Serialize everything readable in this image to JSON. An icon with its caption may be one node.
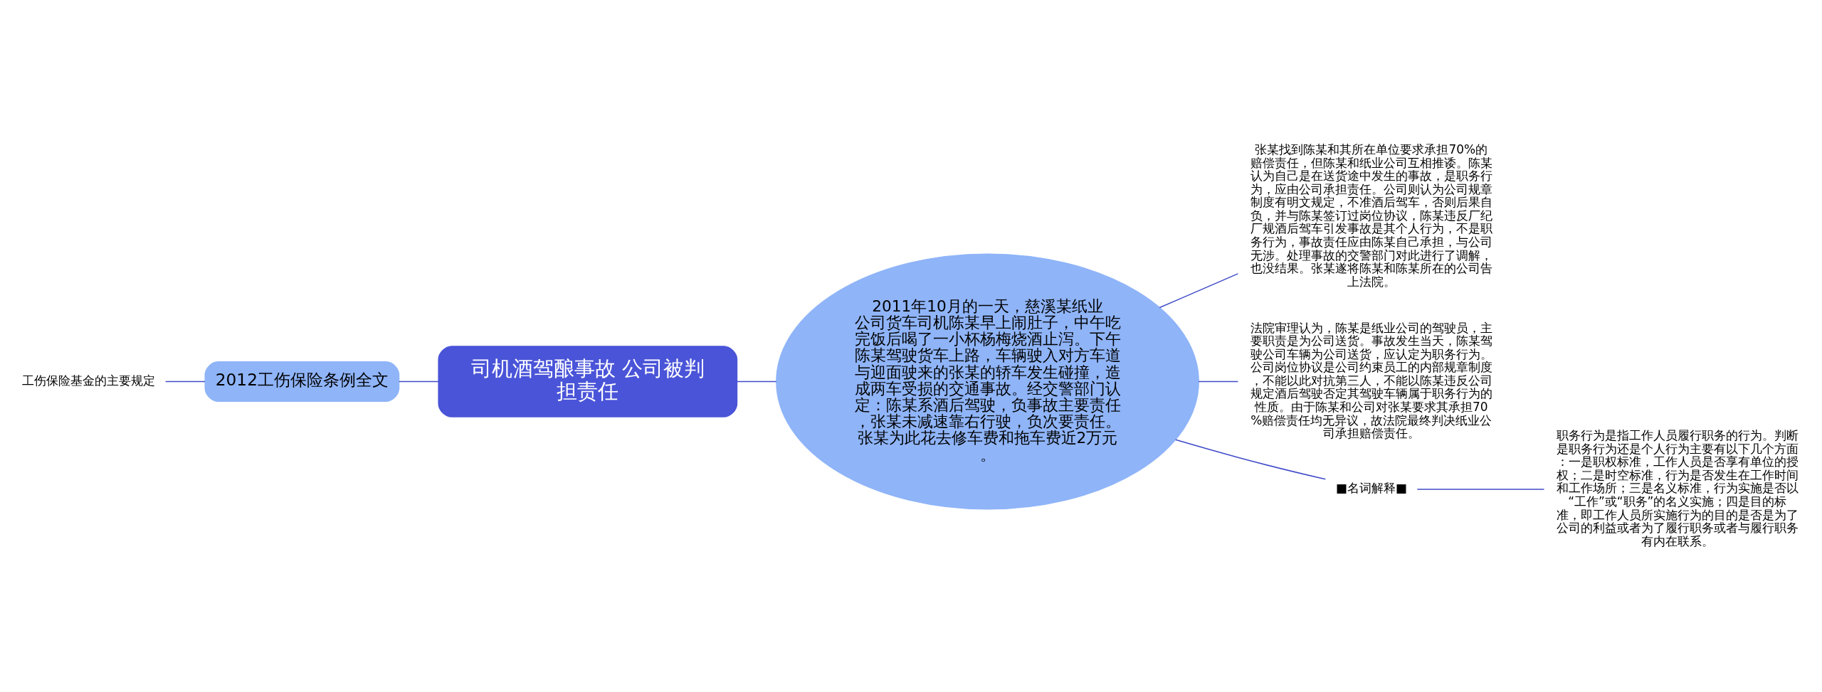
{
  "diagram": {
    "nodes": [
      {
        "text": [
          "工伤保险基金的主要规定"
        ]
      },
      {
        "text": [
          "2012工伤保险条例全文"
        ]
      },
      {
        "text": [
          "司机酒驾酿事故 公司被判担责任"
        ]
      },
      {
        "text": [
          "2011年10月的一天，慈溪某纸业公司货车司机陈某早上闹肚子，中午吃完饭后喝了一小杯杨梅烧酒止泻。下午陈某驾驶货车上路，车辆驶入对方车道与迎面驶来的张某的轿车发生碰撞，造成两车受损的交通事故。经交警部门认定：陈某系酒后驾驶，负事故主要责任，张某未减速靠右行驶，负次要责任。张某为此花去修车费和拖车费近2万元。"
        ]
      },
      {
        "text": [
          "张某找到陈某和其所在单位要求承担70%的赔偿责任，但陈某和纸业公司互相推诿。陈某认为自己是在送货途中发生的事故，是职务行为，应由公司承担责任。公司则认为公司规章制度有明文规定，不准酒后驾车，否则后果自负，并与陈某签订过岗位协议，陈某违反厂纪厂规酒后驾车引发事故是其个人行为，不是职务行为，事故责任应由陈某自己承担，与公司无涉。处理事故的交警部门对此进行了调解，也没结果。张某遂将陈某和陈某所在的公司告上法院。"
        ]
      },
      {
        "text": [
          "法院审理认为，陈某是纸业公司的驾驶员，主要职责是为公司送货。事故发生当天，陈某驾驶公司车辆为公司送货，应认定为职务行为。公司岗位协议是公司约束员工的内部规章制度，不能以此对抗第三人，不能以陈某违反公司规定酒后驾驶否定其驾驶车辆属于职务行为的性质。由于陈某和公司对张某要求其承担70%赔偿责任均无异议，故法院最终判决纸业公司承担赔偿责任。"
        ]
      },
      {
        "text": [
          "■名词解释■"
        ]
      },
      {
        "text": [
          "职务行为是指工作人员履行职务的行为。判断是职务行为还是个人行为主要有以下几个方面：一是职权标准，工作人员是否享有单位的授权；二是时空标准，行为是否发生在工作时间和工作场所；三是名义标准，行为实施是否以“工作”或“职务”的名义实施；四是目的标准，即工作人员所实施行为的目的是否是为了公司的利益或者为了履行职务或者与履行职务有内在联系。"
        ]
      }
    ],
    "edges": [
      {
        "from": 1,
        "to": 0,
        "arrow": "none"
      },
      {
        "from": 2,
        "to": 1,
        "arrow": "none"
      },
      {
        "from": 2,
        "to": 3,
        "arrow": "none"
      },
      {
        "from": 3,
        "to": 4,
        "arrow": "none"
      },
      {
        "from": 3,
        "to": 5,
        "arrow": "none"
      },
      {
        "from": 3,
        "to": 6,
        "arrow": "none"
      },
      {
        "from": 6,
        "to": 7,
        "arrow": "none"
      }
    ]
  }
}
